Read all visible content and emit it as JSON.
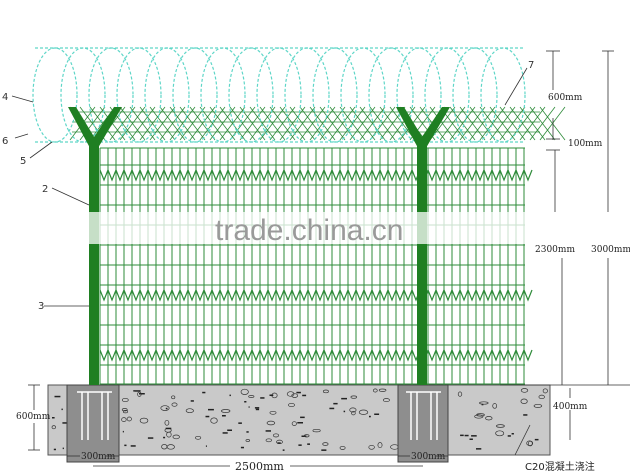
{
  "diagram": {
    "part_labels": {
      "p2": "2",
      "p3": "3",
      "p4": "4",
      "p5": "5",
      "p6": "6",
      "p7": "7"
    },
    "dimensions": {
      "coil_height": "600mm",
      "gap": "100mm",
      "fence_height": "2300mm",
      "total_height": "3000mm",
      "footing_depth_right": "400mm",
      "footing_depth_left": "600mm",
      "footing_width_left": "300mm",
      "footing_width_right": "300mm",
      "post_spacing": "2500mm"
    },
    "concrete_note": "C20混凝土浇注",
    "watermark": "trade.china.cn"
  },
  "colors": {
    "post": "#1f7f22",
    "mesh": "#2e8b3a",
    "coil": "#5fd6c8",
    "concrete": "#c9c9c9",
    "footing": "#8e8e8e"
  }
}
